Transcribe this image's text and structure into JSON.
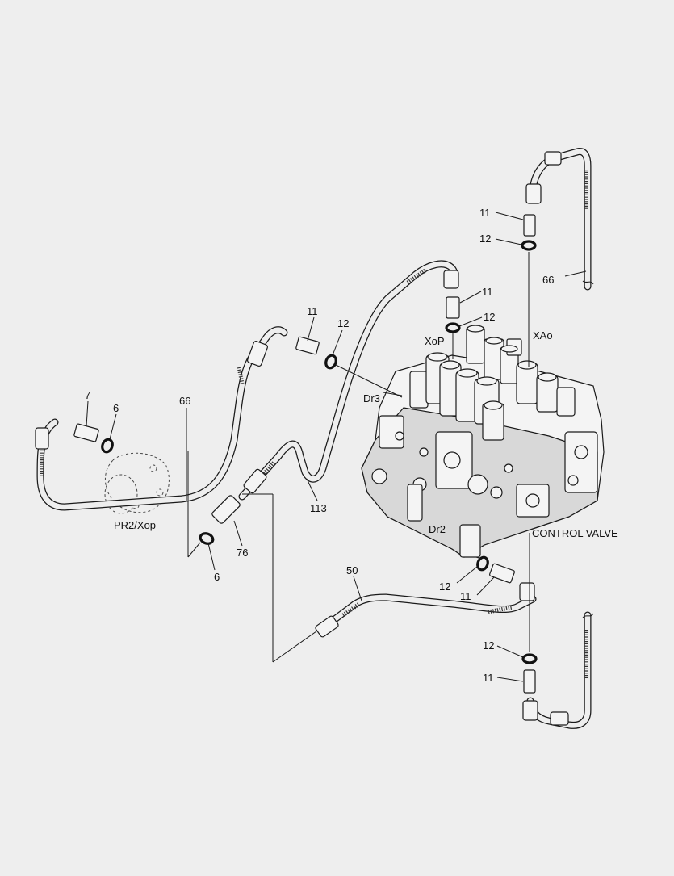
{
  "callouts": {
    "n11_top": "11",
    "n12_top": "12",
    "n66_right": "66",
    "n11_mid": "11",
    "n12_mid": "12",
    "xop_port": "XoP",
    "xao_port": "XAo",
    "n11_left": "11",
    "n12_left": "12",
    "n7": "7",
    "n6_top": "6",
    "n66_left": "66",
    "dr3": "Dr3",
    "pr2_xop": "PR2/Xop",
    "n113": "113",
    "n76": "76",
    "n6_bottom": "6",
    "dr2": "Dr2",
    "control_valve": "CONTROL VALVE",
    "n50": "50",
    "n12_low": "12",
    "n11_low": "11",
    "n12_bottom": "12",
    "n11_bottom": "11"
  }
}
